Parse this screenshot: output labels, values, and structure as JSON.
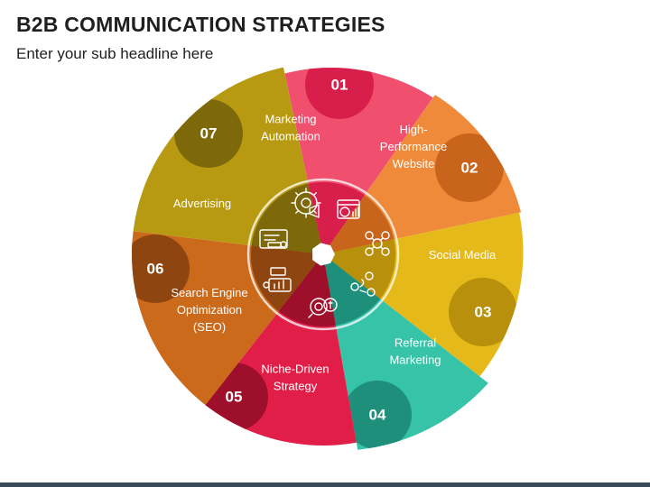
{
  "header": {
    "title": "B2B COMMUNICATION STRATEGIES",
    "subtitle": "Enter your sub headline here"
  },
  "segments": [
    {
      "number": "01",
      "lines": [
        "Marketing",
        "Automation"
      ],
      "color": "#f0506e",
      "badge_color": "#d81e4a",
      "icon": "gear-megaphone-icon"
    },
    {
      "number": "02",
      "lines": [
        "High-",
        "Performance",
        "Website"
      ],
      "color": "#ef8a3a",
      "badge_color": "#c8641c",
      "icon": "website-dashboard-icon"
    },
    {
      "number": "03",
      "lines": [
        "Social Media"
      ],
      "color": "#e6b91a",
      "badge_color": "#b8900b",
      "icon": "social-network-icon"
    },
    {
      "number": "04",
      "lines": [
        "Referral",
        "Marketing"
      ],
      "color": "#36c3a8",
      "badge_color": "#1e8f7b",
      "icon": "referral-people-icon"
    },
    {
      "number": "05",
      "lines": [
        "Niche-Driven",
        "Strategy"
      ],
      "color": "#e01e48",
      "badge_color": "#9e0f2c",
      "icon": "target-money-icon"
    },
    {
      "number": "06",
      "lines": [
        "Search Engine",
        "Optimization",
        "(SEO)"
      ],
      "color": "#cc6a1c",
      "badge_color": "#8e4510",
      "icon": "seo-chart-icon"
    },
    {
      "number": "07",
      "lines": [
        "Advertising"
      ],
      "color": "#b89a12",
      "badge_color": "#7d680a",
      "icon": "ads-board-icon"
    }
  ]
}
